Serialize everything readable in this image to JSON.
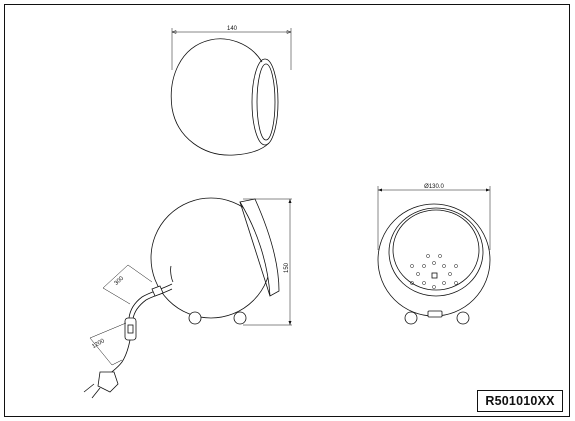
{
  "views": {
    "top": {
      "width_dim": "140"
    },
    "side": {
      "height_dim": "150",
      "arm_dim": "300",
      "cord_dim": "1200"
    },
    "front": {
      "diameter_dim": "Ø130.0"
    }
  },
  "title_block": {
    "code": "R501010XX"
  }
}
